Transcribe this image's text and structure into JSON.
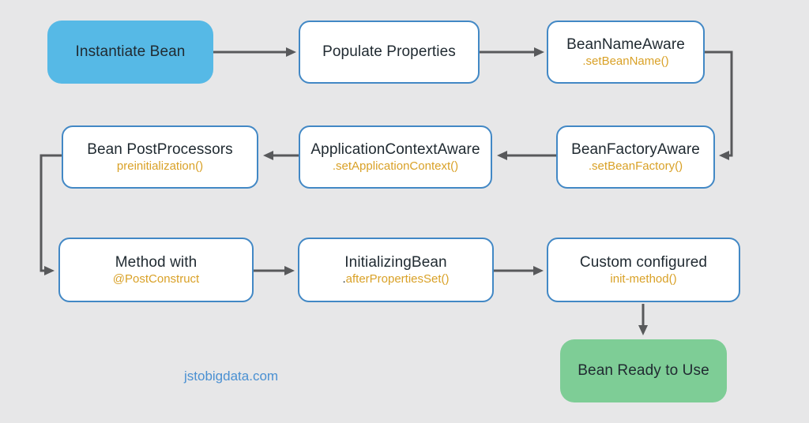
{
  "diagram": {
    "name": "spring-bean-lifecycle-flowchart",
    "watermark": "jstobigdata.com",
    "colors": {
      "background": "#e7e7e8",
      "start_node_fill": "#56b9e6",
      "end_node_fill": "#7ecd96",
      "node_border": "#4288c5",
      "title_text": "#212b32",
      "subtitle_text": "#d9a127",
      "arrow": "#58595b",
      "watermark_text": "#4a90d2"
    },
    "nodes": {
      "instantiate": {
        "title": "Instantiate Bean"
      },
      "populate": {
        "title": "Populate Properties"
      },
      "bean_name_aware": {
        "title": "BeanNameAware",
        "subtitle": ".setBeanName()"
      },
      "bean_factory_aware": {
        "title": "BeanFactoryAware",
        "subtitle": ".setBeanFactory()"
      },
      "application_context_aware": {
        "title": "ApplicationContextAware",
        "subtitle": ".setApplicationContext()"
      },
      "bean_post_processors": {
        "title": "Bean PostProcessors",
        "subtitle": "preinitialization()"
      },
      "method_with": {
        "title": "Method with",
        "subtitle": "@PostConstruct"
      },
      "initializing_bean": {
        "title": "InitializingBean",
        "subtitle_prefix": ".",
        "subtitle": "afterPropertiesSet()"
      },
      "custom_configured": {
        "title": "Custom configured",
        "subtitle": "init-method()"
      },
      "bean_ready": {
        "title": "Bean Ready to Use"
      }
    },
    "flow_order": [
      "Instantiate Bean",
      "Populate Properties",
      "BeanNameAware .setBeanName()",
      "BeanFactoryAware .setBeanFactory()",
      "ApplicationContextAware .setApplicationContext()",
      "Bean PostProcessors preinitialization()",
      "Method with @PostConstruct",
      "InitializingBean .afterPropertiesSet()",
      "Custom configured init-method()",
      "Bean Ready to Use"
    ]
  }
}
